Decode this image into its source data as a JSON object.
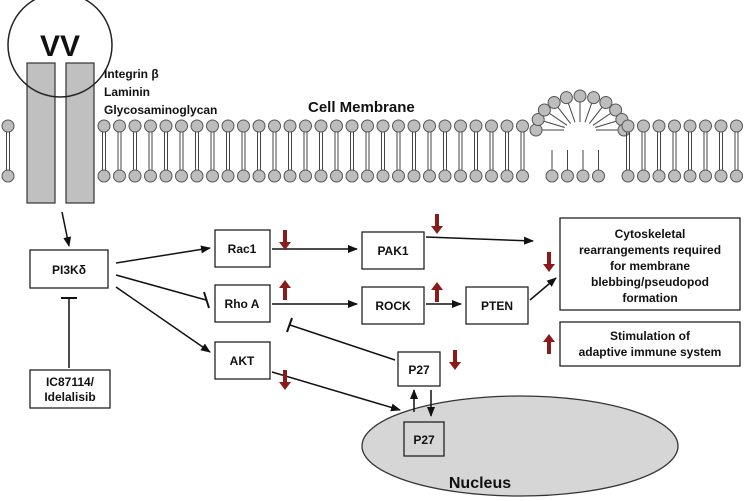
{
  "virus_label": "VV",
  "receptors": [
    "Integrin β",
    "Laminin",
    "Glycosaminoglycan"
  ],
  "membrane_label": "Cell Membrane",
  "nodes": {
    "pi3k": "PI3Kδ",
    "inhibitor_line1": "IC87114/",
    "inhibitor_line2": "Idelalisib",
    "rac1": "Rac1",
    "pak1": "PAK1",
    "rhoa": "Rho A",
    "rock": "ROCK",
    "pten": "PTEN",
    "akt": "AKT",
    "p27_cyto": "P27",
    "p27_nucleus": "P27"
  },
  "outcomes": {
    "cytoskeletal": [
      "Cytoskeletal",
      "rearrangements required",
      "for membrane",
      "blebbing/pseudopod",
      "formation"
    ],
    "immune": [
      "Stimulation of",
      "adaptive immune system"
    ]
  },
  "nucleus_label": "Nucleus",
  "indicators": {
    "rac1": "down",
    "pak1": "down",
    "rhoa": "up",
    "rock": "up",
    "akt": "down",
    "p27": "down",
    "cytoskeletal": "down",
    "immune": "up"
  },
  "colors": {
    "arrow_indicator": "#8b1a1a",
    "phospholipid_head": "#bdbdbd",
    "receptor_fill": "#c0c0c0",
    "nucleus_fill": "#d6d6d6"
  }
}
